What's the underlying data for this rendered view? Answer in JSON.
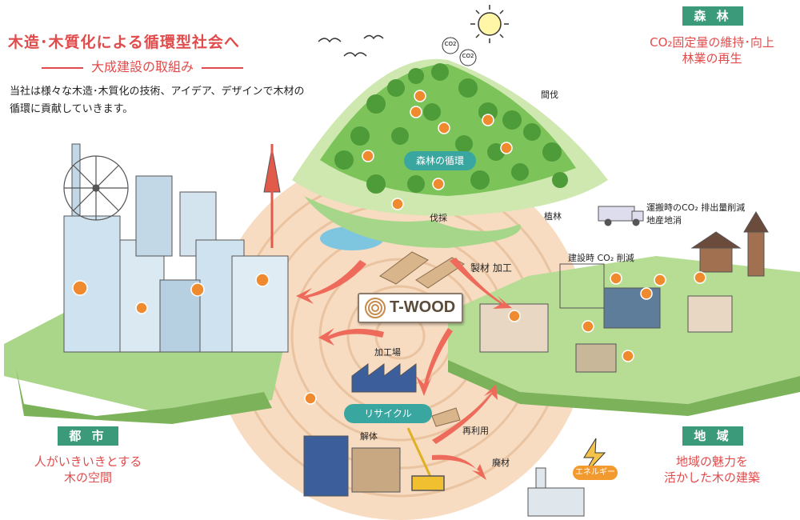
{
  "header": {
    "title": "木造･木質化による循環型社会へ",
    "subtitle": "大成建設の取組み",
    "description": "当社は様々な木造･木質化の技術、アイデア、デザインで木材の循環に貢献していきます。"
  },
  "regions": {
    "forest": {
      "tag": "森 林",
      "line1": "CO₂固定量の維持･向上",
      "line2": "林業の再生"
    },
    "city": {
      "tag": "都 市",
      "line1": "人がいきいきとする",
      "line2": "木の空間"
    },
    "local": {
      "tag": "地 域",
      "line1": "地域の魅力を",
      "line2": "活かした木の建築"
    }
  },
  "labels": {
    "thinning": "間伐",
    "planting": "植林",
    "logging": "伐採",
    "forest_cycle": "森林の循環",
    "lumber_processing": "製材 加工",
    "transport_co2": "運搬時のCO₂ 排出量削減",
    "local_production": "地産地消",
    "construction_co2": "建設時 CO₂ 削減",
    "factory": "加工場",
    "recycle": "リサイクル",
    "reuse": "再利用",
    "demolition": "解体",
    "waste_wood": "廃材",
    "energy": "エネルギー",
    "co2_a": "CO2",
    "co2_b": "CO2",
    "twood": "T-WOOD"
  },
  "colors": {
    "accent_red": "#e24b4b",
    "region_tag": "#3a9a7a",
    "loop_teal": "#3aa6a0",
    "arrow": "#ee6b5b",
    "wood_ring": "#f7dcc2",
    "forest_green": "#7cc35a"
  },
  "icons": [
    "sun-icon",
    "bird-icon",
    "carbon-badge-icon",
    "tree-icon",
    "crane-icon",
    "truck-icon",
    "lightning-icon"
  ]
}
